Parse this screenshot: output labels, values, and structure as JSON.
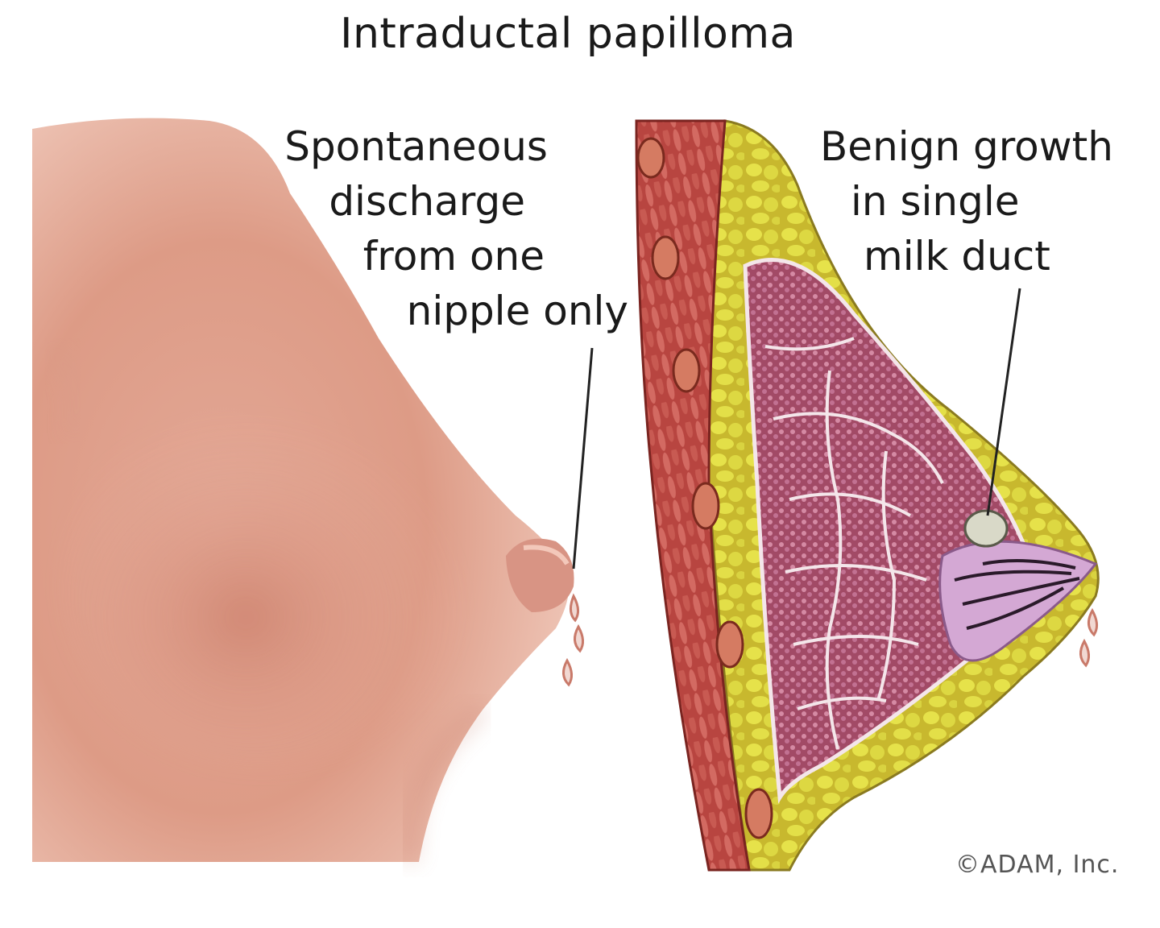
{
  "title": "Intraductal papilloma",
  "labels": {
    "discharge": {
      "line1": "Spontaneous",
      "line2": "discharge",
      "line3": "from one",
      "line4": "nipple only"
    },
    "growth": {
      "line1": "Benign growth",
      "line2": "in single",
      "line3": "milk duct"
    }
  },
  "credit": "©ADAM, Inc.",
  "colors": {
    "skin": "#e0a08c",
    "skin_shadow": "#c97f6c",
    "muscle": "#b8473f",
    "fat": "#d8d43a",
    "gland": "#a8506a",
    "duct": "#c9a0cc"
  }
}
